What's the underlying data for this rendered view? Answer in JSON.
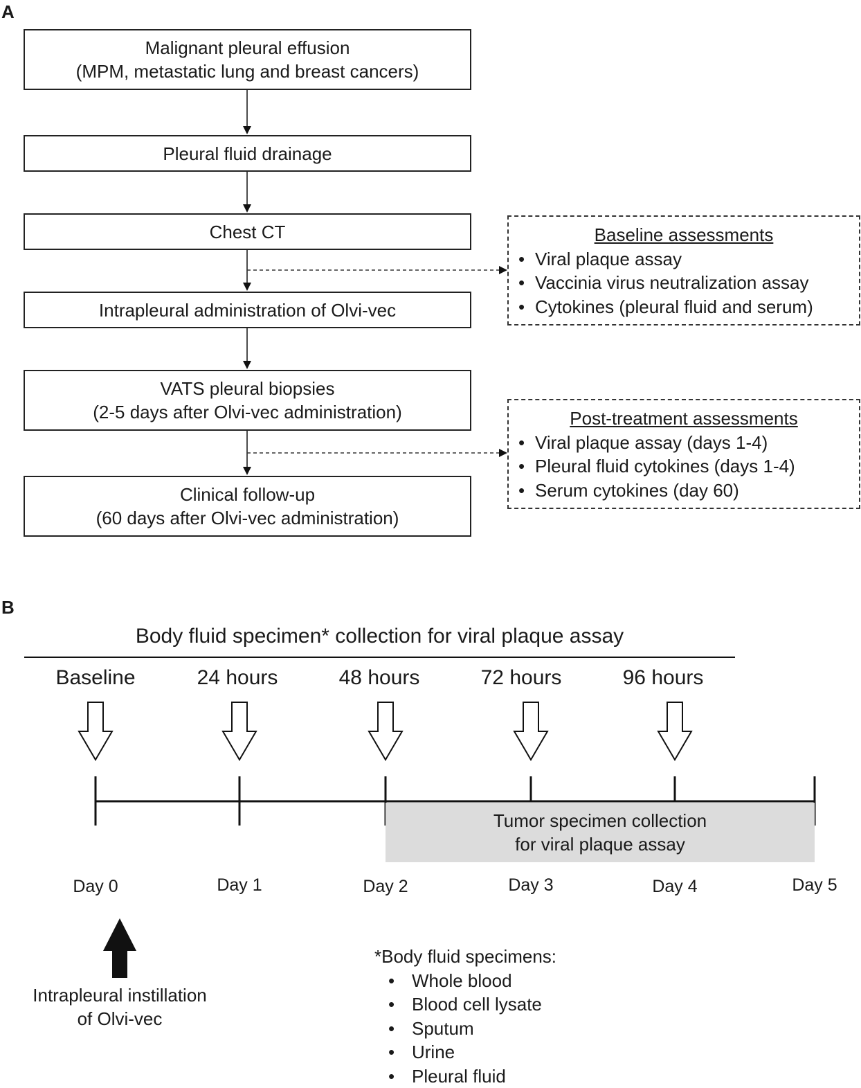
{
  "panelA": {
    "label": "A",
    "steps": [
      {
        "line1": "Malignant pleural effusion",
        "line2": "(MPM, metastatic lung and breast cancers)"
      },
      {
        "line1": "Pleural fluid drainage",
        "line2": ""
      },
      {
        "line1": "Chest CT",
        "line2": ""
      },
      {
        "line1": "Intrapleural administration of Olvi-vec",
        "line2": ""
      },
      {
        "line1": "VATS pleural biopsies",
        "line2": "(2-5 days after Olvi-vec administration)"
      },
      {
        "line1": "Clinical follow-up",
        "line2": "(60 days after Olvi-vec administration)"
      }
    ],
    "baseline": {
      "title": "Baseline assessments",
      "items": [
        "Viral plaque assay",
        "Vaccinia virus neutralization assay",
        "Cytokines (pleural fluid and serum)"
      ]
    },
    "post": {
      "title": "Post-treatment assessments",
      "items": [
        "Viral plaque assay (days 1-4)",
        "Pleural fluid cytokines (days 1-4)",
        "Serum cytokines (day 60)"
      ]
    }
  },
  "panelB": {
    "label": "B",
    "title": "Body fluid specimen* collection for viral plaque assay",
    "timepoints": [
      "Baseline",
      "24 hours",
      "48 hours",
      "72 hours",
      "96 hours"
    ],
    "days": [
      "Day 0",
      "Day 1",
      "Day 2",
      "Day 3",
      "Day 4",
      "Day 5"
    ],
    "tumor": {
      "line1": "Tumor specimen collection",
      "line2": "for viral plaque assay"
    },
    "instillation": {
      "line1": "Intrapleural instillation",
      "line2": "of Olvi-vec"
    },
    "specimens": {
      "title": "*Body fluid specimens:",
      "items": [
        "Whole blood",
        "Blood cell lysate",
        "Sputum",
        "Urine",
        "Pleural fluid"
      ]
    }
  }
}
